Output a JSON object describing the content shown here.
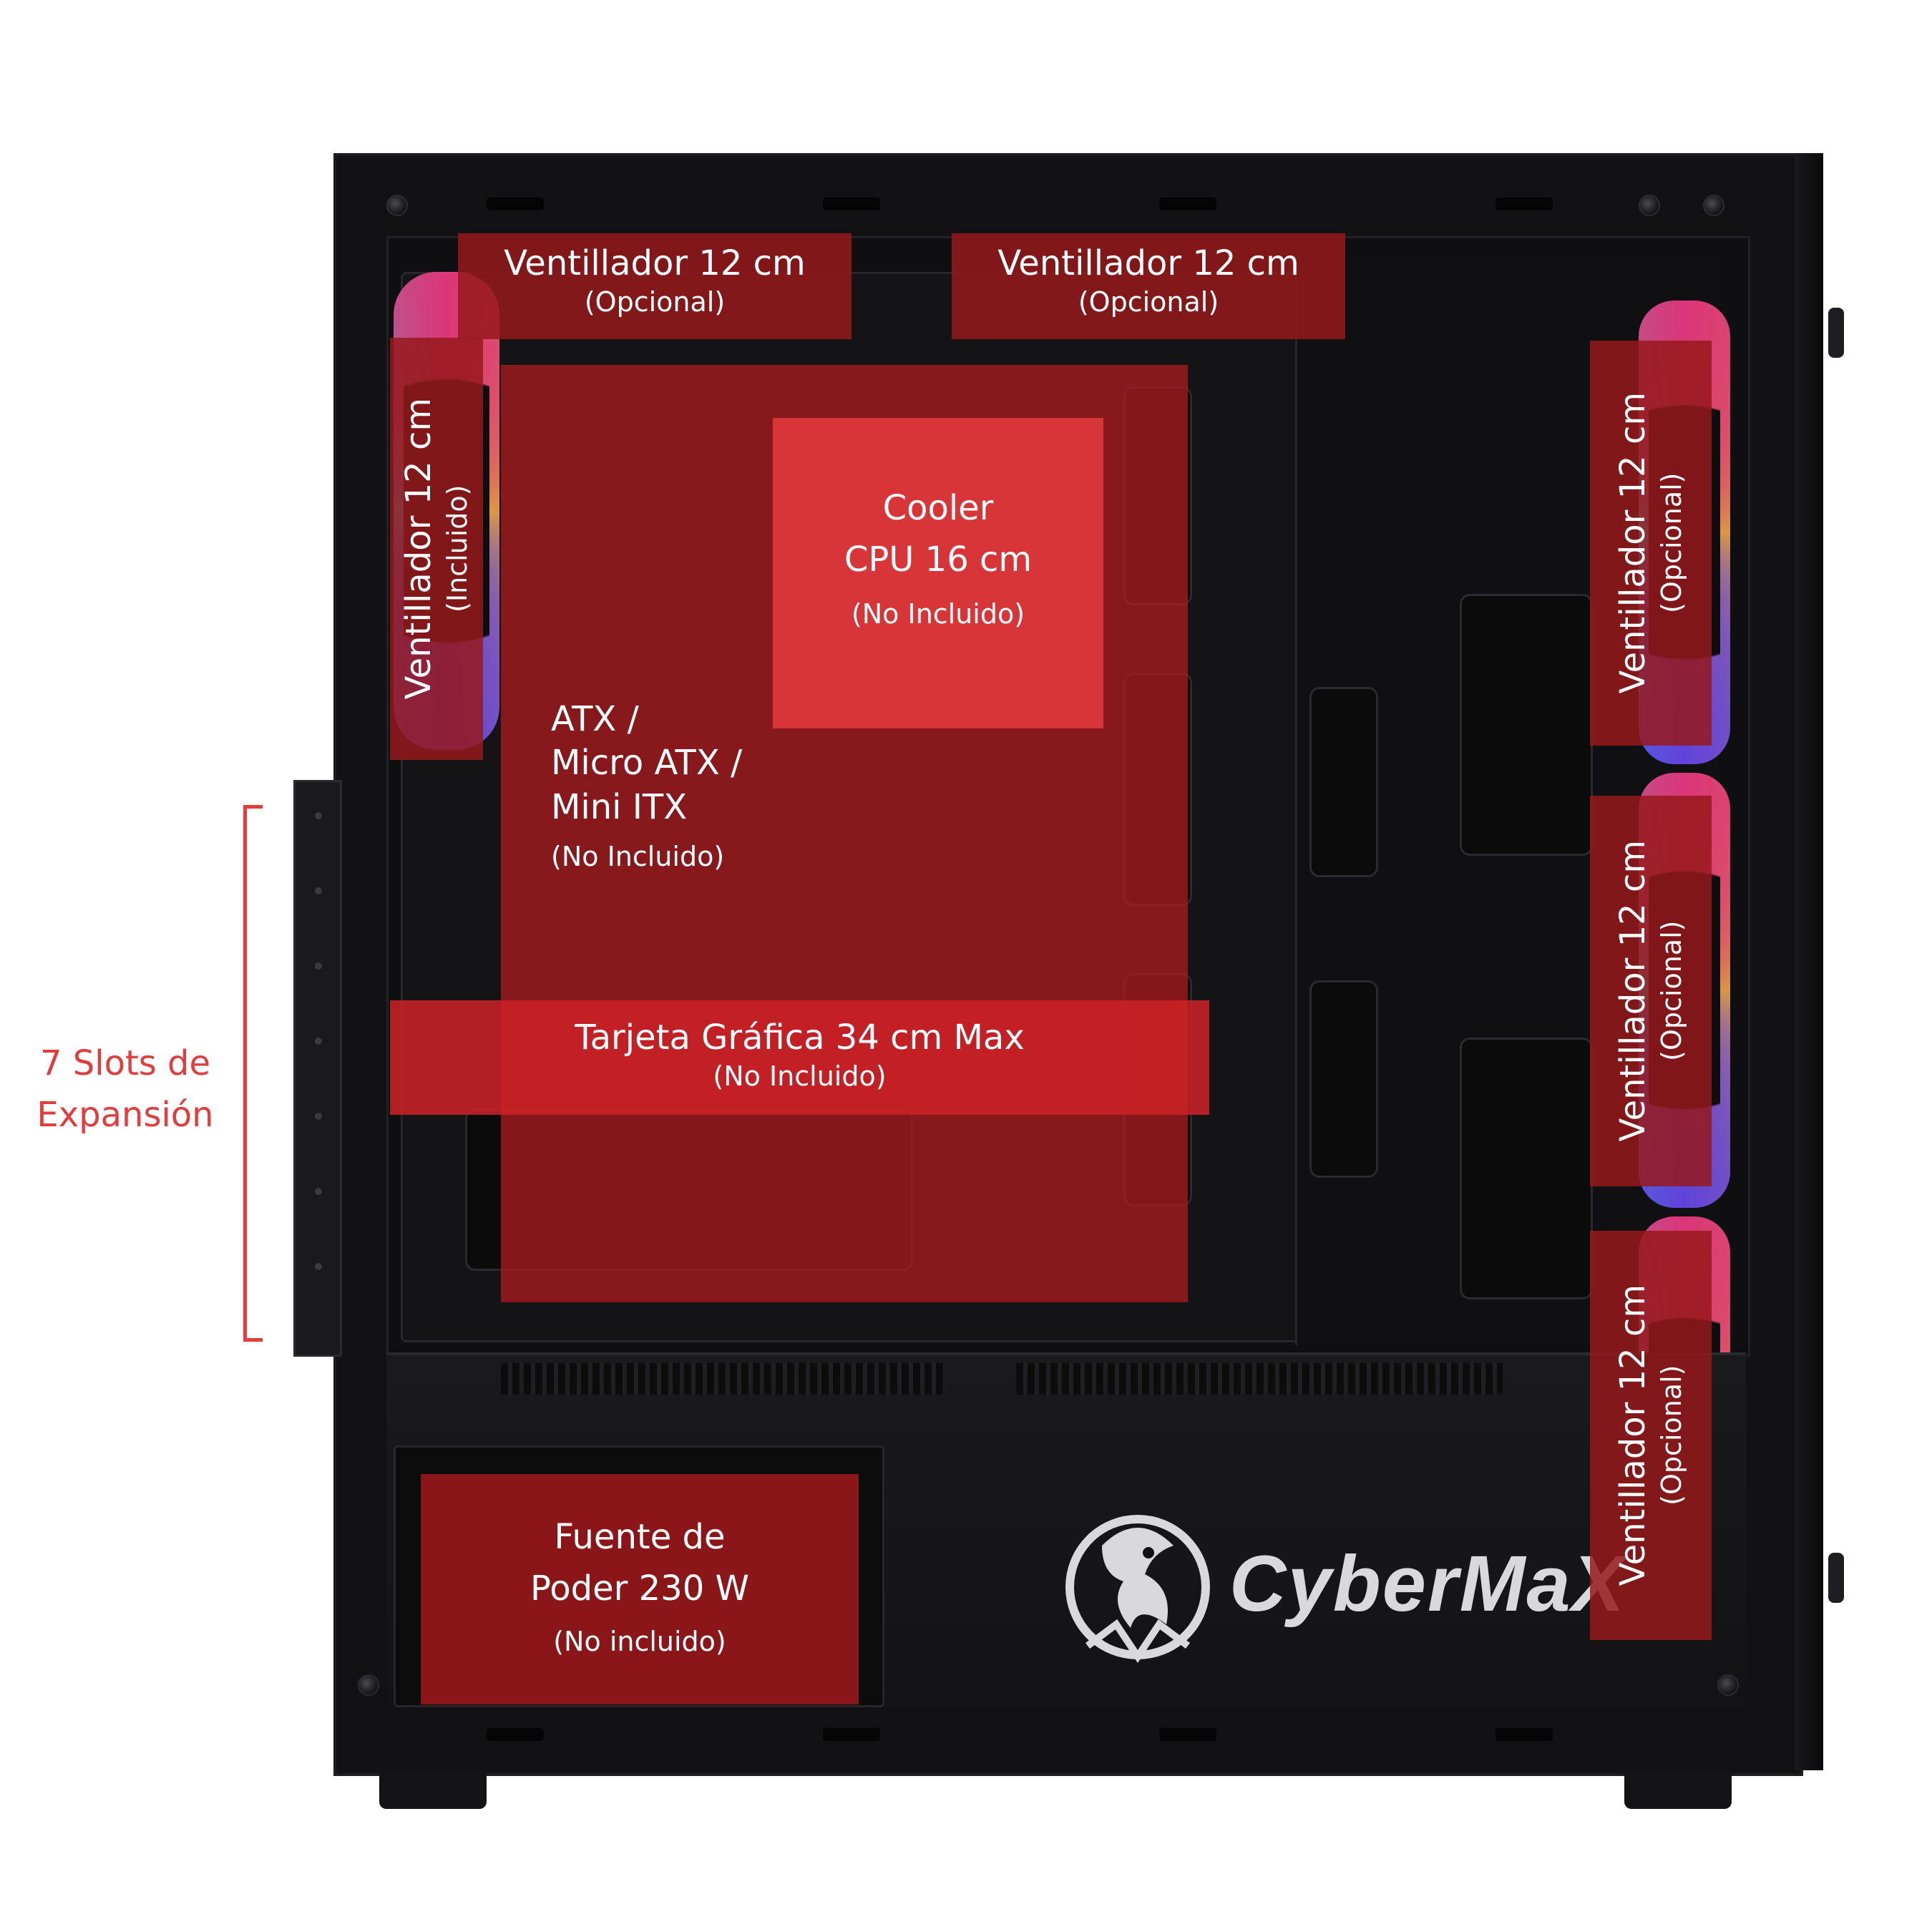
{
  "annotation": {
    "slots_line1": "7 Slots de",
    "slots_line2": "Expansión"
  },
  "callouts": {
    "fan_top_left": {
      "title": "Ventillador 12 cm",
      "sub": "(Opcional)"
    },
    "fan_top_right": {
      "title": "Ventillador 12 cm",
      "sub": "(Opcional)"
    },
    "fan_rear": {
      "title": "Ventillador 12 cm",
      "sub": "(Incluido)"
    },
    "cooler": {
      "line1": "Cooler",
      "line2": "CPU 16 cm",
      "sub": "(No Incluido)"
    },
    "motherboard": {
      "line1": "ATX /",
      "line2": "Micro ATX /",
      "line3": "Mini ITX",
      "sub": "(No Incluido)"
    },
    "gpu": {
      "title": "Tarjeta Gráfica 34 cm Max",
      "sub": "(No Incluido)"
    },
    "psu": {
      "line1": "Fuente de",
      "line2": "Poder 230 W",
      "sub": "(No incluido)"
    },
    "fan_front_1": {
      "title": "Ventillador 12 cm",
      "sub": "(Opcional)"
    },
    "fan_front_2": {
      "title": "Ventillador 12 cm",
      "sub": "(Opcional)"
    },
    "fan_front_3": {
      "title": "Ventillador 12 cm",
      "sub": "(Opcional)"
    }
  },
  "brand": {
    "name": "CyberMaX",
    "emblem_icon": "dragon-emblem-icon"
  },
  "colors": {
    "callout_red": "#c81e22",
    "annotation_red": "#e23c3c",
    "case_black": "#121214"
  }
}
